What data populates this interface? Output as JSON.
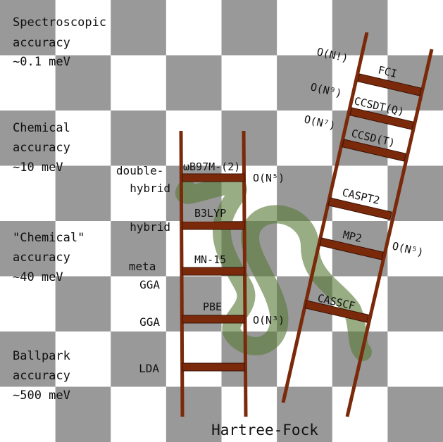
{
  "accuracy_levels": [
    {
      "lines": [
        "Spectroscopic",
        "accuracy",
        "~0.1 meV"
      ]
    },
    {
      "lines": [
        "Chemical",
        "accuracy",
        "~10 meV"
      ]
    },
    {
      "lines": [
        "\"Chemical\"",
        "accuracy",
        "~40 meV"
      ]
    },
    {
      "lines": [
        "Ballpark",
        "accuracy",
        "~500 meV"
      ]
    }
  ],
  "dft_ladder": {
    "rung_categories": [
      {
        "lines": [
          "double-",
          "hybrid"
        ]
      },
      {
        "lines": [
          "hybrid"
        ]
      },
      {
        "lines": [
          "meta",
          "GGA"
        ]
      },
      {
        "lines": [
          "GGA"
        ]
      },
      {
        "lines": [
          "LDA"
        ]
      }
    ],
    "rungs": [
      {
        "method": "ωB97M-(2)",
        "scaling": "O(N⁵)"
      },
      {
        "method": "B3LYP",
        "scaling": ""
      },
      {
        "method": "MN-15",
        "scaling": ""
      },
      {
        "method": "PBE",
        "scaling": "O(N³)"
      },
      {
        "method": "",
        "scaling": ""
      }
    ]
  },
  "wavefunction_ladder": {
    "rungs": [
      {
        "method": "FCI",
        "scaling": "O(N!)"
      },
      {
        "method": "CCSDT(Q)",
        "scaling": "O(N⁹)"
      },
      {
        "method": "CCSD(T)",
        "scaling": "O(N⁷)"
      },
      {
        "method": "CASPT2",
        "scaling": ""
      },
      {
        "method": "MP2",
        "scaling": "O(N⁵)"
      },
      {
        "method": "CASSCF",
        "scaling": ""
      }
    ]
  },
  "ground_label": "Hartree-Fock",
  "colors": {
    "checker_dark": "#999999",
    "checker_light": "#ffffff",
    "ladder_rail": "#7a2a0a",
    "ladder_rung": "#7a2a0a",
    "snake": "#5a7a3a"
  }
}
